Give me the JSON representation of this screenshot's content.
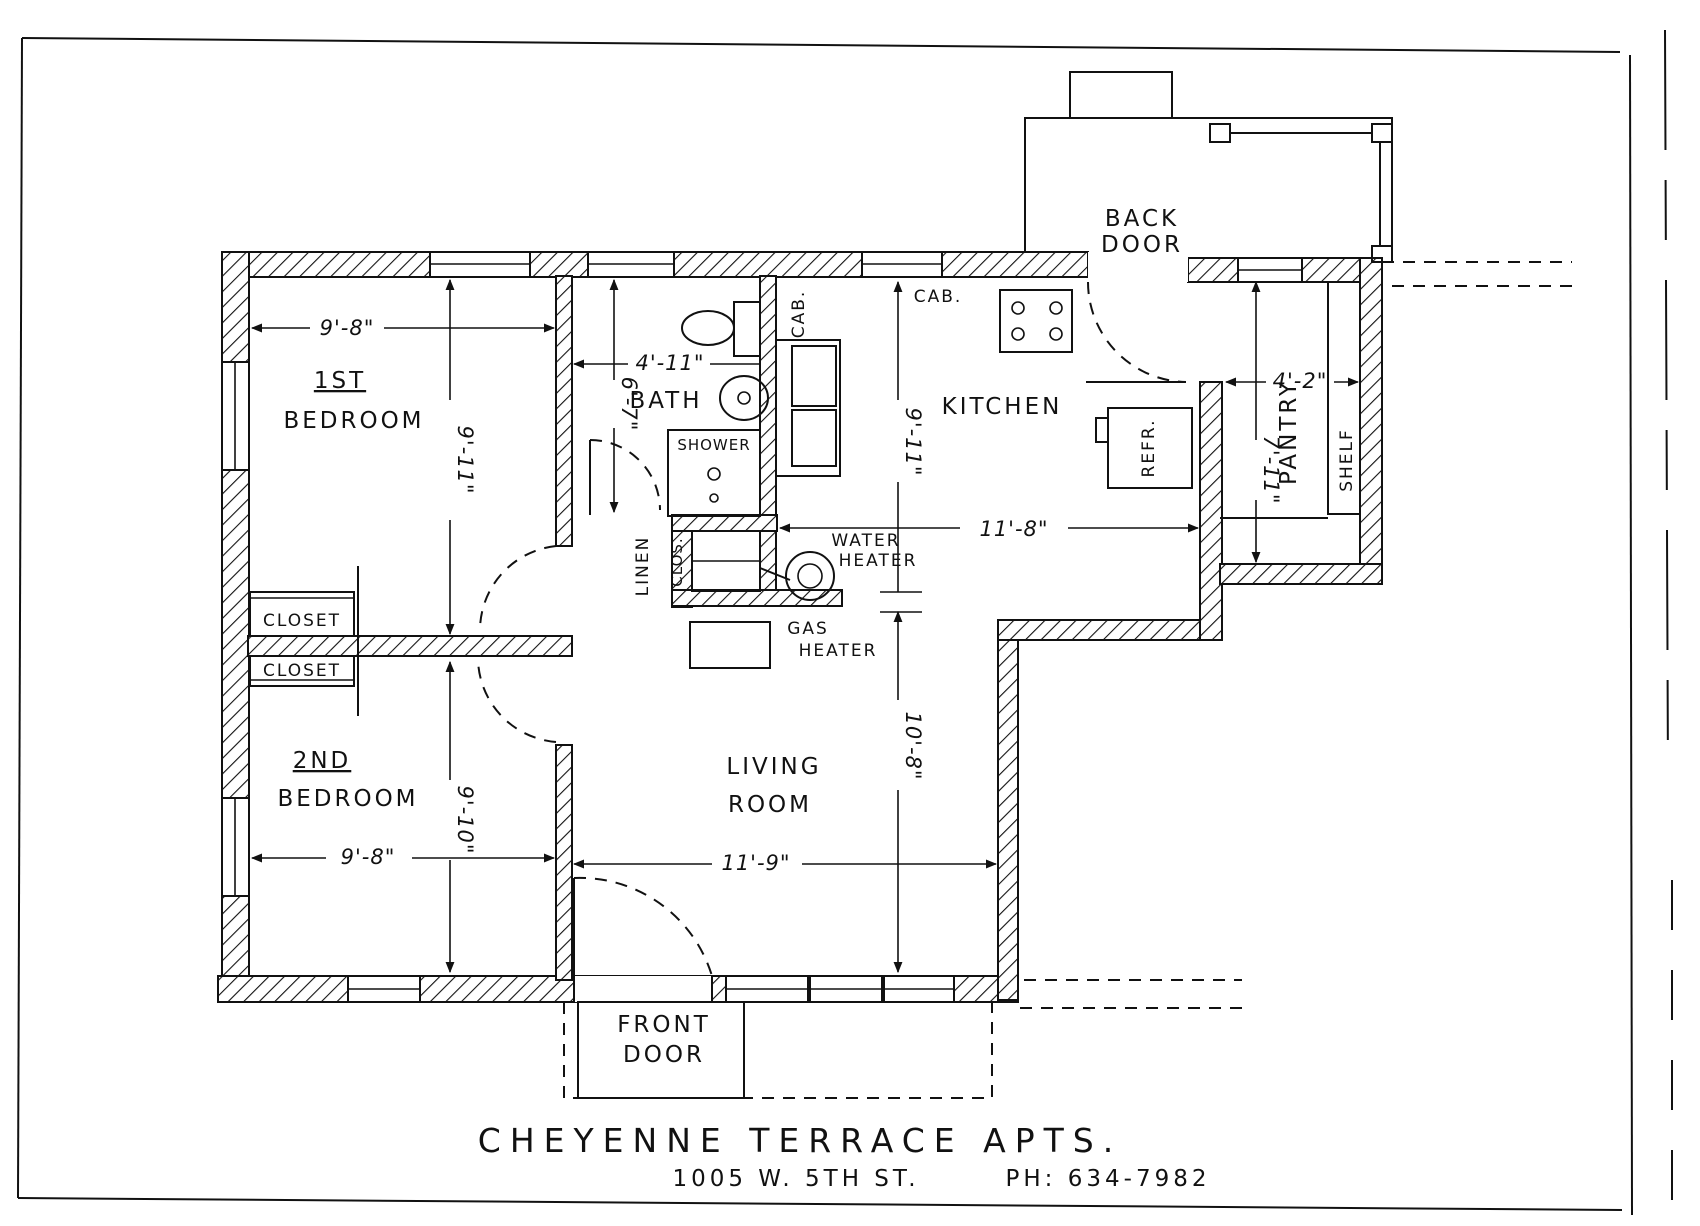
{
  "rooms": {
    "bedroom1_line1": "1ST",
    "bedroom1_line2": "BEDROOM",
    "bedroom2_line1": "2ND",
    "bedroom2_line2": "BEDROOM",
    "bath": "BATH",
    "shower": "SHOWER",
    "kitchen": "KITCHEN",
    "living_line1": "LIVING",
    "living_line2": "ROOM",
    "pantry": "PANTRY",
    "shelf": "SHELF",
    "closet_upper": "CLOSET",
    "closet_lower": "CLOSET",
    "linen": "LINEN",
    "clos": "CLOS.",
    "cab_side": "CAB.",
    "cab_top": "CAB.",
    "refr": "REFR.",
    "water_heater_line1": "WATER",
    "water_heater_line2": "HEATER",
    "gas_heater_line1": "GAS",
    "gas_heater_line2": "HEATER",
    "back_door_line1": "BACK",
    "back_door_line2": "DOOR",
    "front_door_line1": "FRONT",
    "front_door_line2": "DOOR"
  },
  "dimensions": {
    "bedroom1_width": "9'-8\"",
    "bedroom1_depth": "9'-11\"",
    "bedroom2_width": "9'-8\"",
    "bedroom2_depth": "9'-10\"",
    "bath_width": "4'-11\"",
    "bath_depth": "6'-7\"",
    "kitchen_width": "11'-8\"",
    "kitchen_depth": "9'-11\"",
    "living_width": "11'-9\"",
    "living_depth": "10'-8\"",
    "pantry_width": "4'-2\"",
    "pantry_depth": "7'-11\""
  },
  "footer": {
    "title": "CHEYENNE TERRACE APTS.",
    "address": "1005 W. 5TH ST.",
    "phone": "PH: 634-7982"
  }
}
